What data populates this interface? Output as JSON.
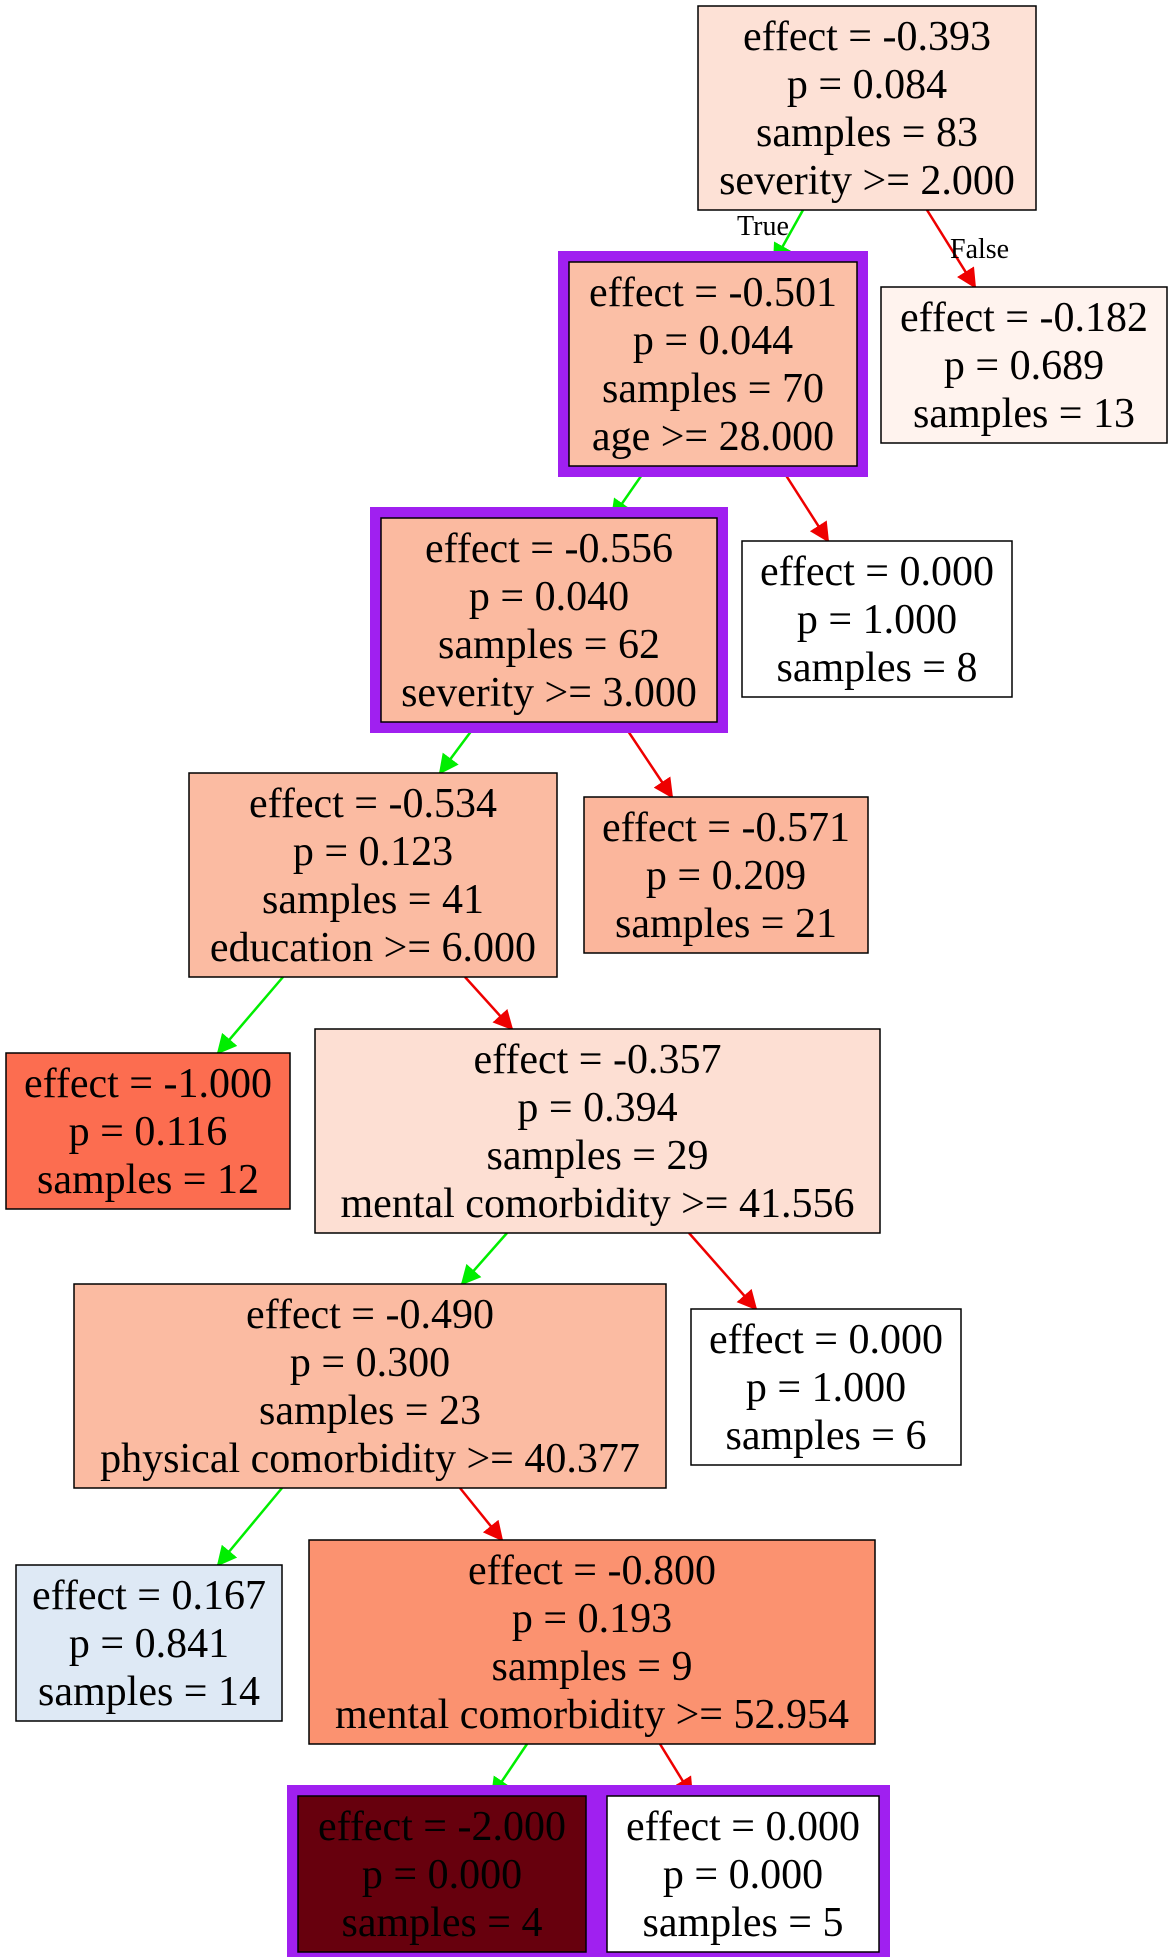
{
  "tree": {
    "edge_labels": {
      "true": "True",
      "false": "False"
    },
    "colors": {
      "true_edge": "#00ee00",
      "false_edge": "#ee0000",
      "highlight": "#a020f0"
    },
    "nodes": [
      {
        "id": "n0",
        "lines": [
          "effect = -0.393",
          "p = 0.084",
          "samples = 83",
          "severity >= 2.000"
        ],
        "fill": "#fde1d6",
        "highlight": false
      },
      {
        "id": "n1",
        "lines": [
          "effect = -0.501",
          "p = 0.044",
          "samples = 70",
          "age >= 28.000"
        ],
        "fill": "#fbbfa6",
        "highlight": true
      },
      {
        "id": "n2",
        "lines": [
          "effect = -0.182",
          "p = 0.689",
          "samples = 13"
        ],
        "fill": "#fff3ee",
        "highlight": false
      },
      {
        "id": "n3",
        "lines": [
          "effect = -0.556",
          "p = 0.040",
          "samples = 62",
          "severity >= 3.000"
        ],
        "fill": "#fbbaa0",
        "highlight": true
      },
      {
        "id": "n4",
        "lines": [
          "effect = 0.000",
          "p = 1.000",
          "samples = 8"
        ],
        "fill": "#ffffff",
        "highlight": false
      },
      {
        "id": "n5",
        "lines": [
          "effect = -0.534",
          "p = 0.123",
          "samples = 41",
          "education >= 6.000"
        ],
        "fill": "#fbbba2",
        "highlight": false
      },
      {
        "id": "n6",
        "lines": [
          "effect = -0.571",
          "p = 0.209",
          "samples = 21"
        ],
        "fill": "#fbb69c",
        "highlight": false
      },
      {
        "id": "n7",
        "lines": [
          "effect = -1.000",
          "p = 0.116",
          "samples = 12"
        ],
        "fill": "#fc6d50",
        "highlight": false
      },
      {
        "id": "n8",
        "lines": [
          "effect = -0.357",
          "p = 0.394",
          "samples = 29",
          "mental comorbidity >= 41.556"
        ],
        "fill": "#fddfd3",
        "highlight": false
      },
      {
        "id": "n9",
        "lines": [
          "effect = -0.490",
          "p = 0.300",
          "samples = 23",
          "physical comorbidity >= 40.377"
        ],
        "fill": "#fbbba2",
        "highlight": false
      },
      {
        "id": "n10",
        "lines": [
          "effect = 0.000",
          "p = 1.000",
          "samples = 6"
        ],
        "fill": "#ffffff",
        "highlight": false
      },
      {
        "id": "n11",
        "lines": [
          "effect = 0.167",
          "p = 0.841",
          "samples = 14"
        ],
        "fill": "#dee9f5",
        "highlight": false
      },
      {
        "id": "n12",
        "lines": [
          "effect = -0.800",
          "p = 0.193",
          "samples = 9",
          "mental comorbidity >= 52.954"
        ],
        "fill": "#fb9270",
        "highlight": false
      },
      {
        "id": "n13",
        "lines": [
          "effect = -2.000",
          "p = 0.000",
          "samples = 4"
        ],
        "fill": "#67000d",
        "text_color": "#ffffff",
        "highlight": true
      },
      {
        "id": "n14",
        "lines": [
          "effect = 0.000",
          "p = 0.000",
          "samples = 5"
        ],
        "fill": "#ffffff",
        "highlight": true
      }
    ],
    "edges": [
      {
        "from": "n0",
        "to": "n1",
        "branch": "true"
      },
      {
        "from": "n0",
        "to": "n2",
        "branch": "false"
      },
      {
        "from": "n1",
        "to": "n3",
        "branch": "true"
      },
      {
        "from": "n1",
        "to": "n4",
        "branch": "false"
      },
      {
        "from": "n3",
        "to": "n5",
        "branch": "true"
      },
      {
        "from": "n3",
        "to": "n6",
        "branch": "false"
      },
      {
        "from": "n5",
        "to": "n7",
        "branch": "true"
      },
      {
        "from": "n5",
        "to": "n8",
        "branch": "false"
      },
      {
        "from": "n8",
        "to": "n9",
        "branch": "true"
      },
      {
        "from": "n8",
        "to": "n10",
        "branch": "false"
      },
      {
        "from": "n9",
        "to": "n11",
        "branch": "true"
      },
      {
        "from": "n9",
        "to": "n12",
        "branch": "false"
      },
      {
        "from": "n12",
        "to": "n13",
        "branch": "true"
      },
      {
        "from": "n12",
        "to": "n14",
        "branch": "false"
      }
    ]
  }
}
